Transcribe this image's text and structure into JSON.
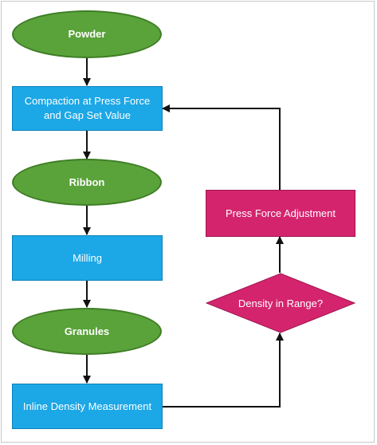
{
  "nodes": {
    "powder": "Powder",
    "compaction": "Compaction at Press Force and Gap Set Value",
    "ribbon": "Ribbon",
    "milling": "Milling",
    "granules": "Granules",
    "inline_density": "Inline Density Measurement",
    "density_check": "Density in Range?",
    "press_force_adjustment": "Press Force Adjustment"
  },
  "colors": {
    "ellipse_fill": "#5aa23a",
    "process_fill": "#1ca7e6",
    "adjust_fill": "#d5246e",
    "connector": "#111111"
  }
}
